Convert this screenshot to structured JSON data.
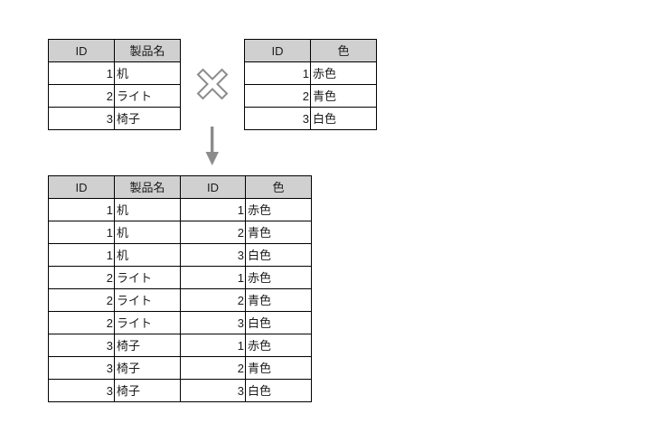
{
  "diagram": {
    "operator_symbol": "cross-product-symbol",
    "flow_arrow": "down-arrow",
    "accent_gray": "#808080",
    "header_fill": "#d0d0d0",
    "border_color": "#000000"
  },
  "table_products": {
    "columns": [
      "ID",
      "製品名"
    ],
    "rows": [
      {
        "id": "1",
        "name": "机"
      },
      {
        "id": "2",
        "name": "ライト"
      },
      {
        "id": "3",
        "name": "椅子"
      }
    ]
  },
  "table_colors": {
    "columns": [
      "ID",
      "色"
    ],
    "rows": [
      {
        "id": "1",
        "name": "赤色"
      },
      {
        "id": "2",
        "name": "青色"
      },
      {
        "id": "3",
        "name": "白色"
      }
    ]
  },
  "table_result": {
    "columns": [
      "ID",
      "製品名",
      "ID",
      "色"
    ],
    "rows": [
      {
        "pid": "1",
        "pname": "机",
        "cid": "1",
        "cname": "赤色"
      },
      {
        "pid": "1",
        "pname": "机",
        "cid": "2",
        "cname": "青色"
      },
      {
        "pid": "1",
        "pname": "机",
        "cid": "3",
        "cname": "白色"
      },
      {
        "pid": "2",
        "pname": "ライト",
        "cid": "1",
        "cname": "赤色"
      },
      {
        "pid": "2",
        "pname": "ライト",
        "cid": "2",
        "cname": "青色"
      },
      {
        "pid": "2",
        "pname": "ライト",
        "cid": "3",
        "cname": "白色"
      },
      {
        "pid": "3",
        "pname": "椅子",
        "cid": "1",
        "cname": "赤色"
      },
      {
        "pid": "3",
        "pname": "椅子",
        "cid": "2",
        "cname": "青色"
      },
      {
        "pid": "3",
        "pname": "椅子",
        "cid": "3",
        "cname": "白色"
      }
    ]
  }
}
